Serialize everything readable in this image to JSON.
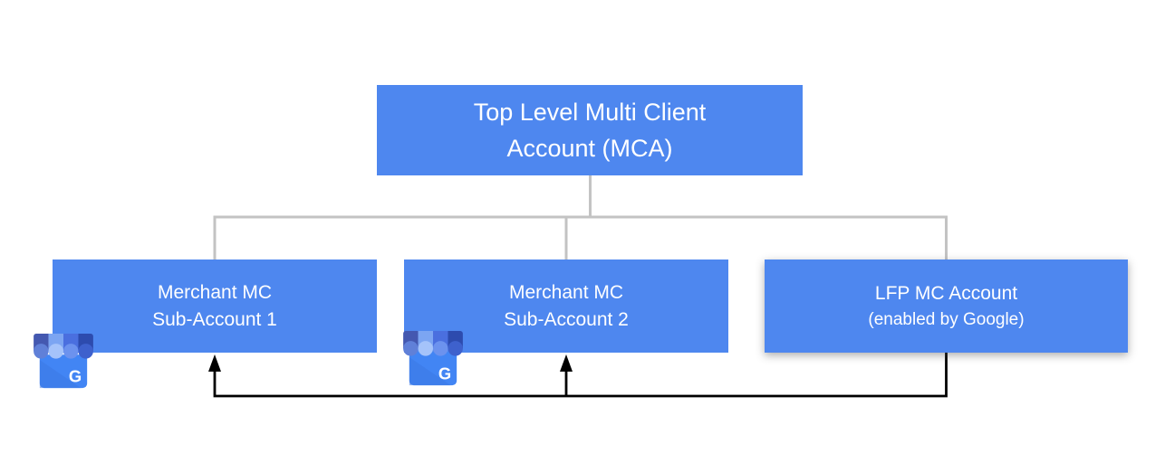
{
  "diagram": {
    "type": "org-chart",
    "background_color": "#ffffff",
    "node_fill_color": "#4e87ef",
    "node_text_color": "#ffffff",
    "tree_line_color": "#c3c3c3",
    "arrow_line_color": "#000000",
    "nodes": {
      "mca": {
        "line1": "Top Level Multi Client",
        "line2": "Account (MCA)"
      },
      "sub1": {
        "line1": "Merchant MC",
        "line2": "Sub-Account 1"
      },
      "sub2": {
        "line1": "Merchant MC",
        "line2": "Sub-Account 2"
      },
      "lfp": {
        "line1": "LFP MC Account",
        "line2": "(enabled by Google)"
      }
    },
    "icon": {
      "name": "google-business-profile",
      "letter": "G"
    }
  }
}
